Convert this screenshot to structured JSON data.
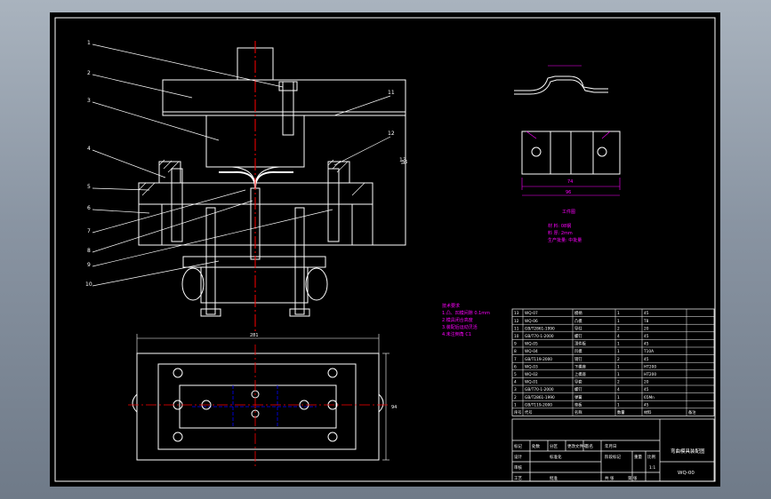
{
  "viewer": {
    "background": "#8a95a3",
    "sheet": "#000000"
  },
  "colors": {
    "outline": "#ffffff",
    "centerline": "#ff0000",
    "dimension": "#ffffff",
    "part": "#ffffff",
    "tech": "#ff00ff",
    "workpiece": "#ff00ff",
    "hidden": "#0000ff"
  },
  "leader_numbers": [
    "1",
    "2",
    "3",
    "4",
    "5",
    "6",
    "7",
    "8",
    "9",
    "10",
    "11",
    "12",
    "13"
  ],
  "dims": {
    "side_height": "56",
    "plan_width": "281",
    "plan_height": "94",
    "part_width": "96",
    "part_width2": "74"
  },
  "workpiece": {
    "title": "工件图",
    "notes": [
      "材 料: 08钢",
      "料 厚: 2mm",
      "生产批量: 中批量"
    ]
  },
  "tech_req": {
    "lines": [
      "技术要求",
      "1.凸、凹模间隙 0.1mm",
      "2.模具闭合高度",
      "3.装配后运动灵活",
      "4.未注倒角 C1"
    ]
  },
  "title_block": {
    "drawing_title": "弯曲模具装配图",
    "drawing_code": "WQ-00",
    "scale": "1:1",
    "labels": [
      "标记",
      "处数",
      "分区",
      "更改文件号",
      "签名",
      "年月日",
      "设计",
      "标准化",
      "阶段标记",
      "重量",
      "比例",
      "审核",
      "工艺",
      "批准",
      "共 张",
      "第 张"
    ]
  },
  "bom": {
    "headers": [
      "序号",
      "代号",
      "名称",
      "数量",
      "材料",
      "备注"
    ],
    "rows": [
      [
        "13",
        "WQ-07",
        "模柄",
        "1",
        "45",
        ""
      ],
      [
        "12",
        "WQ-06",
        "凸模",
        "1",
        "T8",
        ""
      ],
      [
        "11",
        "GB/T2861-1990",
        "导柱",
        "2",
        "20",
        ""
      ],
      [
        "10",
        "GB/T70-1-2000",
        "螺钉",
        "4",
        "45",
        ""
      ],
      [
        "9",
        "WQ-05",
        "顶件板",
        "1",
        "45",
        ""
      ],
      [
        "8",
        "WQ-04",
        "凹模",
        "1",
        "T10A",
        ""
      ],
      [
        "7",
        "GB/T119-2000",
        "销钉",
        "2",
        "45",
        ""
      ],
      [
        "6",
        "WQ-03",
        "下模座",
        "1",
        "HT200",
        ""
      ],
      [
        "5",
        "WQ-02",
        "上模座",
        "1",
        "HT200",
        ""
      ],
      [
        "4",
        "WQ-01",
        "导套",
        "2",
        "20",
        ""
      ],
      [
        "3",
        "GB/T70-1-2000",
        "螺钉",
        "4",
        "45",
        ""
      ],
      [
        "2",
        "GB/T2861-1990",
        "弹簧",
        "1",
        "65Mn",
        ""
      ],
      [
        "1",
        "GB/T119-2000",
        "垫板",
        "1",
        "45",
        ""
      ]
    ]
  }
}
